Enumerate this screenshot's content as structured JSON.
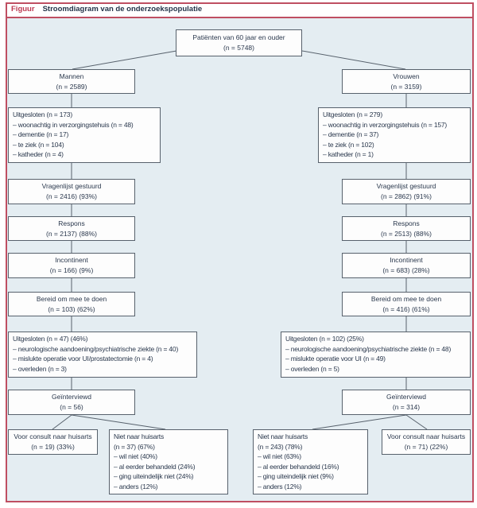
{
  "figure": {
    "label": "Figuur",
    "title": "Stroomdiagram van de onderzoekspopulatie"
  },
  "root": {
    "title": "Patiënten van 60 jaar en ouder",
    "n": "(n = 5748)"
  },
  "men": {
    "group": {
      "title": "Mannen",
      "n": "(n = 2589)"
    },
    "excluded1": {
      "title": "Uitgesloten (n = 173)",
      "items": [
        "– woonachtig in verzorgingstehuis (n = 48)",
        "– dementie (n = 17)",
        "– te ziek (n = 104)",
        "– katheder (n = 4)"
      ]
    },
    "questionnaire": {
      "title": "Vragenlijst gestuurd",
      "n": "(n = 2416) (93%)"
    },
    "response": {
      "title": "Respons",
      "n": "(n = 2137) (88%)"
    },
    "incontinent": {
      "title": "Incontinent",
      "n": "(n = 166) (9%)"
    },
    "willing": {
      "title": "Bereid om mee te doen",
      "n": "(n = 103) (62%)"
    },
    "excluded2": {
      "title": "Uitgesloten (n = 47) (46%)",
      "items": [
        "– neurologische aandoening/psychiatrische ziekte (n = 40)",
        "– mislukte operatie voor UI/prostatectomie (n = 4)",
        "– overleden (n = 3)"
      ]
    },
    "interviewed": {
      "title": "Geïnterviewd",
      "n": "(n = 56)"
    },
    "consult": {
      "title": "Voor consult naar huisarts",
      "n": "(n = 19) (33%)"
    },
    "no_gp": {
      "title": "Niet naar huisarts",
      "n": "(n = 37) (67%)",
      "items": [
        "– wil niet (40%)",
        "– al eerder behandeld (24%)",
        "– ging uiteindelijk niet (24%)",
        "– anders (12%)"
      ]
    }
  },
  "women": {
    "group": {
      "title": "Vrouwen",
      "n": "(n = 3159)"
    },
    "excluded1": {
      "title": "Uitgesloten (n = 279)",
      "items": [
        "– woonachtig in verzorgingstehuis (n = 157)",
        "– dementie (n = 37)",
        "– te ziek (n = 102)",
        "– katheder (n = 1)"
      ]
    },
    "questionnaire": {
      "title": "Vragenlijst gestuurd",
      "n": "(n = 2862) (91%)"
    },
    "response": {
      "title": "Respons",
      "n": "(n = 2513) (88%)"
    },
    "incontinent": {
      "title": "Incontinent",
      "n": "(n = 683) (28%)"
    },
    "willing": {
      "title": "Bereid om mee te doen",
      "n": "(n = 416) (61%)"
    },
    "excluded2": {
      "title": "Uitgesloten (n = 102) (25%)",
      "items": [
        "– neurologische aandoening/psychiatrische ziekte (n = 48)",
        "– mislukte operatie voor UI (n = 49)",
        "– overleden (n = 5)"
      ]
    },
    "interviewed": {
      "title": "Geïnterviewd",
      "n": "(n = 314)"
    },
    "no_gp": {
      "title": "Niet naar huisarts",
      "n": "(n = 243) (78%)",
      "items": [
        "– wil niet (63%)",
        "– al eerder behandeld (16%)",
        "– ging uiteindelijk niet (9%)",
        "– anders (12%)"
      ]
    },
    "consult": {
      "title": "Voor consult naar huisarts",
      "n": "(n = 71) (22%)"
    }
  },
  "colors": {
    "frame_red": "#bf4f62",
    "label_red": "#bd3a52",
    "background_blue": "#e4edf2",
    "box_border": "#57616c",
    "text": "#2a384d"
  }
}
